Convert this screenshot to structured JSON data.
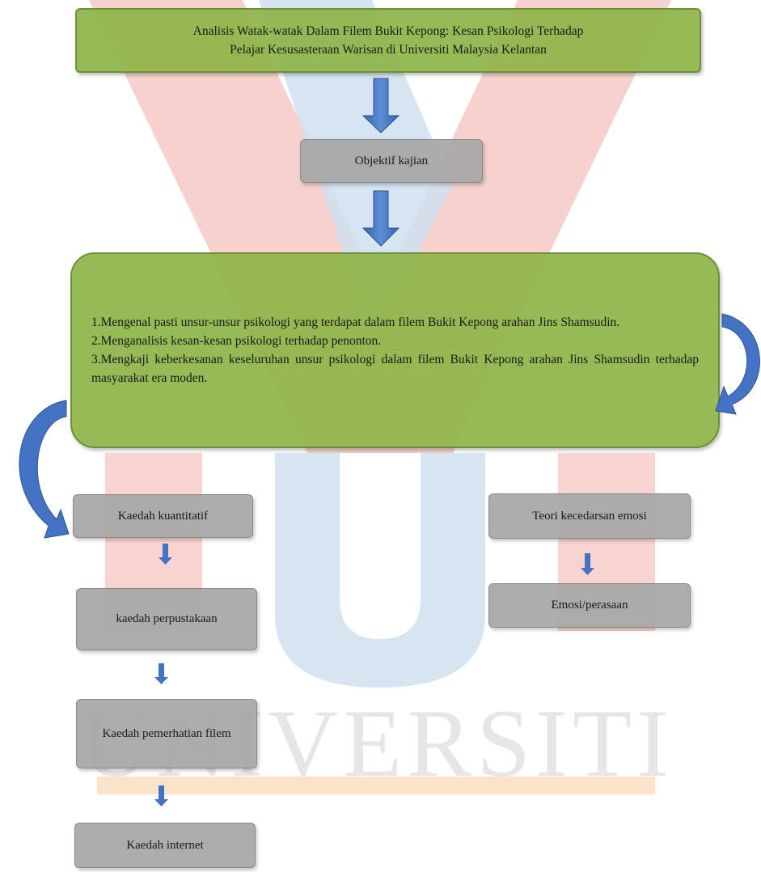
{
  "colors": {
    "green": "#8db448",
    "grey": "#a6a6a6",
    "arrow": "#4472c4",
    "watermark_red": "#e8413a",
    "watermark_blue": "#6fa3c7"
  },
  "watermark": {
    "text": "UNIVERSITI"
  },
  "title": {
    "line1": "Analisis Watak-watak Dalam Filem Bukit Kepong: Kesan Psikologi Terhadap",
    "line2": "Pelajar Kesusasteraan Warisan di Universiti Malaysia Kelantan"
  },
  "objective_label": "Objektif kajian",
  "objectives": {
    "line1": "1.Mengenal pasti unsur-unsur psikologi yang terdapat dalam filem Bukit Kepong arahan Jins Shamsudin.",
    "line2": "2.Menganalisis kesan-kesan psikologi terhadap penonton.",
    "line3": "3.Mengkaji keberkesanan keseluruhan unsur psikologi dalam filem Bukit Kepong arahan Jins Shamsudin terhadap masyarakat era moden."
  },
  "left_branch": {
    "step1": "Kaedah kuantitatif",
    "step2": "kaedah perpustakaan",
    "step3": "Kaedah pemerhatian filem",
    "step4": "Kaedah internet"
  },
  "right_branch": {
    "step1": "Teori kecedarsan emosi",
    "step2": "Emosi/perasaan"
  }
}
